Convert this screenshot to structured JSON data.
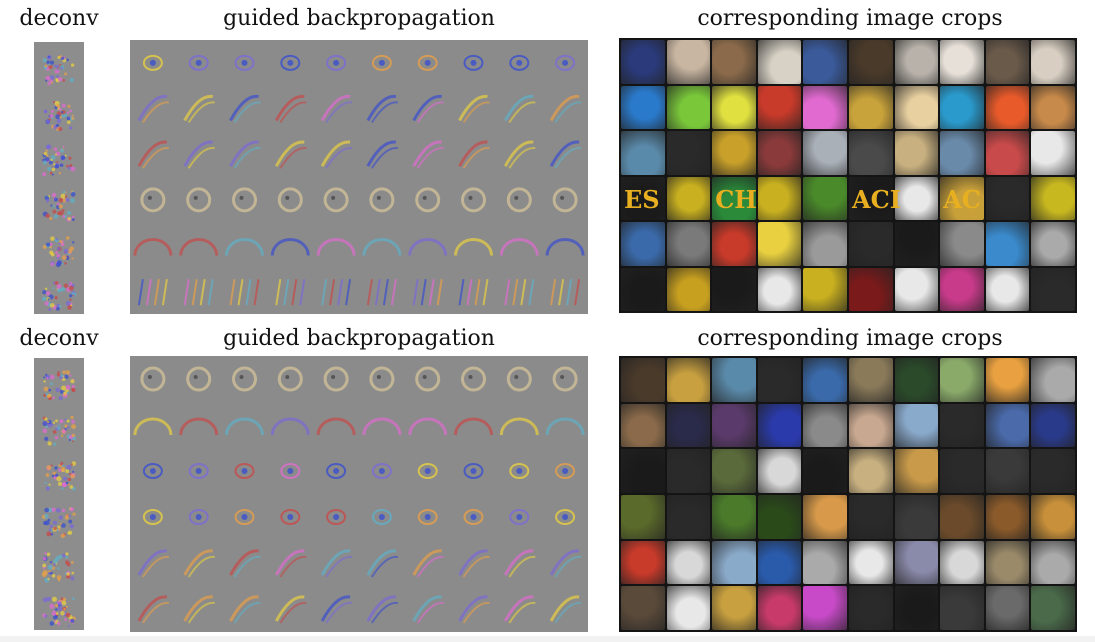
{
  "figure": {
    "rows": [
      {
        "deconv_label": "deconv",
        "guided_label": "guided backpropagation",
        "crops_label": "corresponding image crops",
        "crop_strip_texts": [
          "ES",
          "CH",
          "ACI",
          "AC"
        ]
      },
      {
        "deconv_label": "deconv",
        "guided_label": "guided backpropagation",
        "crops_label": "corresponding image crops"
      }
    ],
    "colors": {
      "gradient_gray": "#8b8b8b",
      "crop_bg": "#141414",
      "accent_blue": "#3a4fd0",
      "accent_pink": "#e06bd0",
      "accent_orange": "#e8a048",
      "accent_yellow": "#e8d040"
    }
  }
}
